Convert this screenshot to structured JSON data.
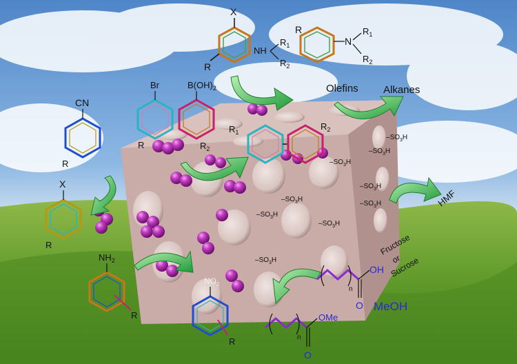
{
  "labels": {
    "x_top": "X",
    "r_top": "R",
    "amine": "NH",
    "r1_amine": "R",
    "sub1_amine": "1",
    "r2_amine": "R",
    "sub2_amine": "2",
    "prod_r": "R",
    "prod_n": "N",
    "prod_r1": "R",
    "prod_sub1": "1",
    "prod_r2": "R",
    "prod_sub2": "2",
    "olefins": "Olefins",
    "alkanes": "Alkanes",
    "br": "Br",
    "boronic": "B(OH)",
    "boronic_sub": "2",
    "br_r": "R",
    "bor_r": "R",
    "bor_sub": "2",
    "biaryl_r1": "R",
    "biaryl_sub1": "1",
    "biaryl_r2": "R",
    "biaryl_sub2": "2",
    "cn": "CN",
    "cn_r": "R",
    "x_left": "X",
    "x_left_r": "R",
    "nh2": "NH",
    "nh2_sub": "2",
    "aniline_r": "R",
    "no2": "NO",
    "no2_sub": "2",
    "nitro_r": "R",
    "hmf": "HMF",
    "fructose": "Fructose",
    "or": "or",
    "sucrose": "Sucrose",
    "oh": "OH",
    "o_acid": "O",
    "n_acid": "n",
    "meoh": "MeOH",
    "ome": "OMe",
    "o_ester": "O",
    "n_ester": "n",
    "so3h": [
      "SO",
      "SO",
      "SO",
      "SO",
      "SO",
      "SO",
      "SO",
      "SO",
      "SO"
    ],
    "so3h_sub": "3",
    "h": "H"
  },
  "colors": {
    "block_front": "#c8aaa6",
    "block_top": "#d7bcb8",
    "block_right": "#b39592",
    "sphere": "#b531b5",
    "arrow": "#2bb35a",
    "ring_orange": "#c8761a",
    "ring_teal": "#2bb3c0",
    "ring_magenta": "#c8206a",
    "ring_blue": "#1f4fd1",
    "ring_olive": "#b49a14",
    "chain_purple": "#8a2ad0",
    "meoh_blue": "#2a2ad0"
  }
}
